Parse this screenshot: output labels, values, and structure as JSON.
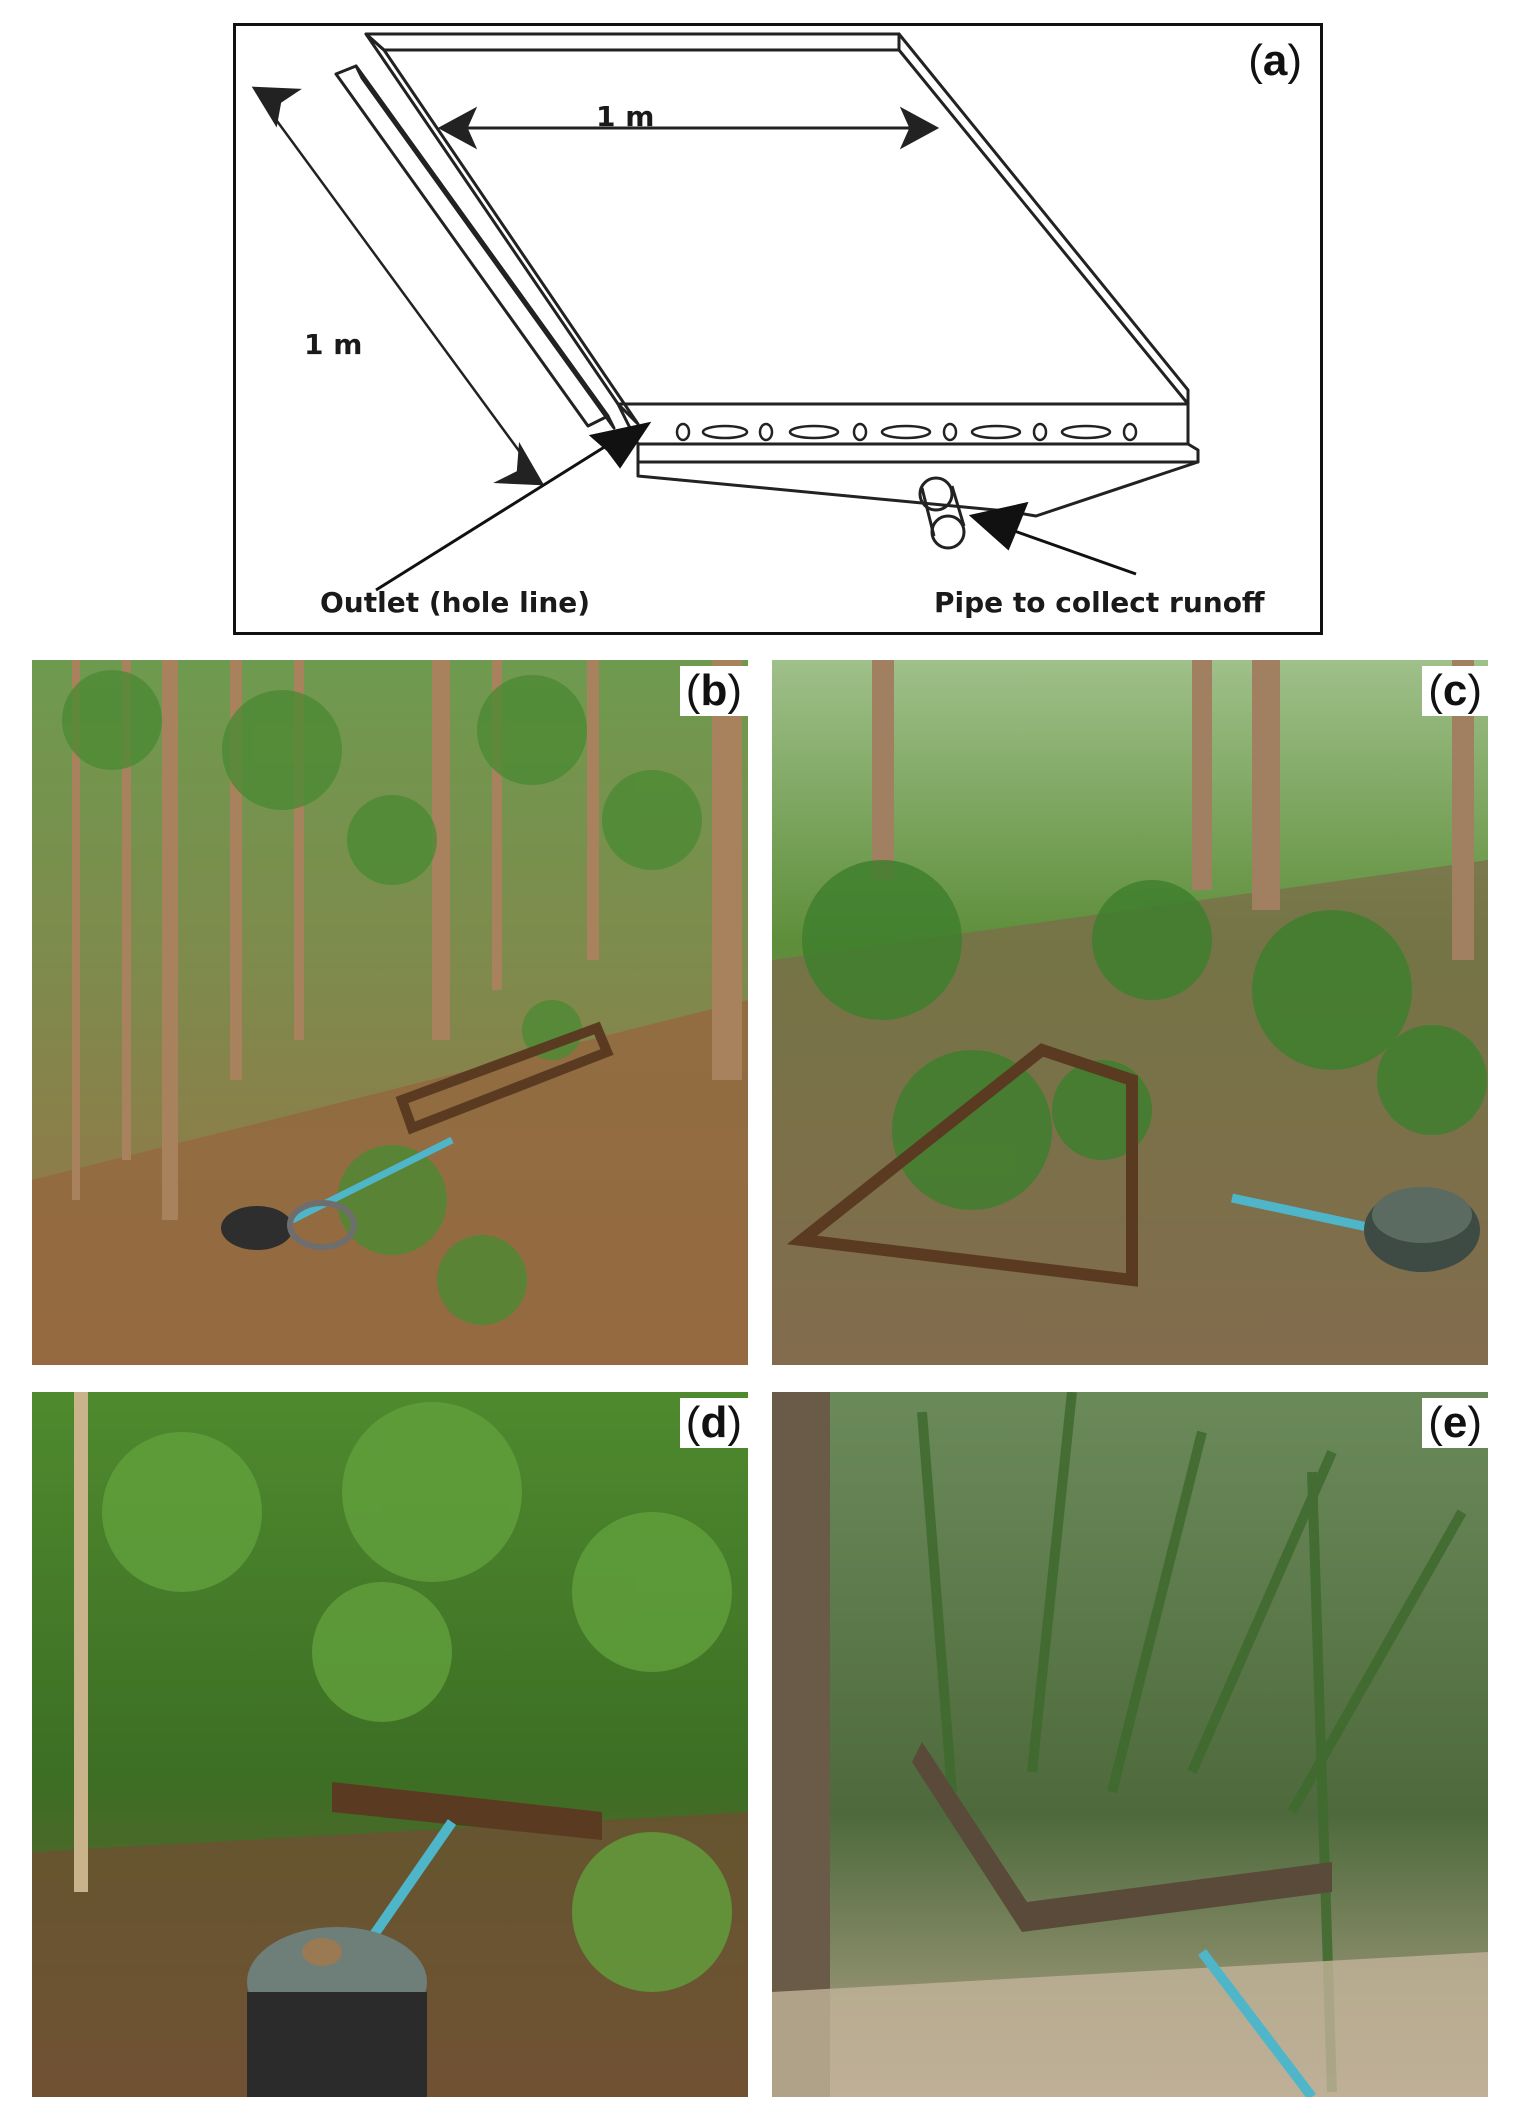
{
  "panels": {
    "a": {
      "tag": "a",
      "label_top_width": "1 m",
      "label_side_length": "1 m",
      "label_outlet": "Outlet (hole line)",
      "label_pipe": "Pipe to collect runoff"
    },
    "b": {
      "tag": "b"
    },
    "c": {
      "tag": "c"
    },
    "d": {
      "tag": "d"
    },
    "e": {
      "tag": "e"
    }
  },
  "colors": {
    "line": "#222222",
    "soil": "#8a6a45",
    "foliage": "#3f7f2e",
    "trunk": "#a07a55",
    "pipe": "#4fb6c9",
    "bucket": "#5b6b62",
    "frame": "#5a3b22"
  }
}
